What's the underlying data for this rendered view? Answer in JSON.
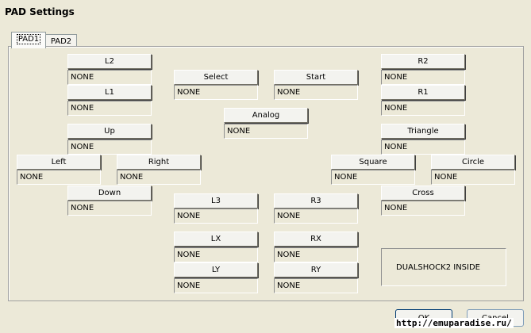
{
  "window": {
    "title": "PAD Settings"
  },
  "tabs": [
    {
      "label": "PAD1"
    },
    {
      "label": "PAD2"
    }
  ],
  "buttons": {
    "l2": "L2",
    "l1": "L1",
    "up": "Up",
    "left": "Left",
    "right": "Right",
    "down": "Down",
    "select": "Select",
    "start": "Start",
    "analog": "Analog",
    "r2": "R2",
    "r1": "R1",
    "triangle": "Triangle",
    "square": "Square",
    "circle": "Circle",
    "cross": "Cross",
    "l3": "L3",
    "r3": "R3",
    "lx": "LX",
    "rx": "RX",
    "ly": "LY",
    "ry": "RY"
  },
  "bindings": {
    "l2": "NONE",
    "l1": "NONE",
    "up": "NONE",
    "left": "NONE",
    "right": "NONE",
    "down": "NONE",
    "select": "NONE",
    "start": "NONE",
    "analog": "NONE",
    "r2": "NONE",
    "r1": "NONE",
    "triangle": "NONE",
    "square": "NONE",
    "circle": "NONE",
    "cross": "NONE",
    "l3": "NONE",
    "r3": "NONE",
    "lx": "NONE",
    "rx": "NONE",
    "ly": "NONE",
    "ry": "NONE"
  },
  "info": {
    "text": "DUALSHOCK2 INSIDE"
  },
  "dialog": {
    "ok_label": "OK",
    "cancel_label": "Cancel"
  },
  "watermark": {
    "text": "http://emuparadise.ru/"
  }
}
